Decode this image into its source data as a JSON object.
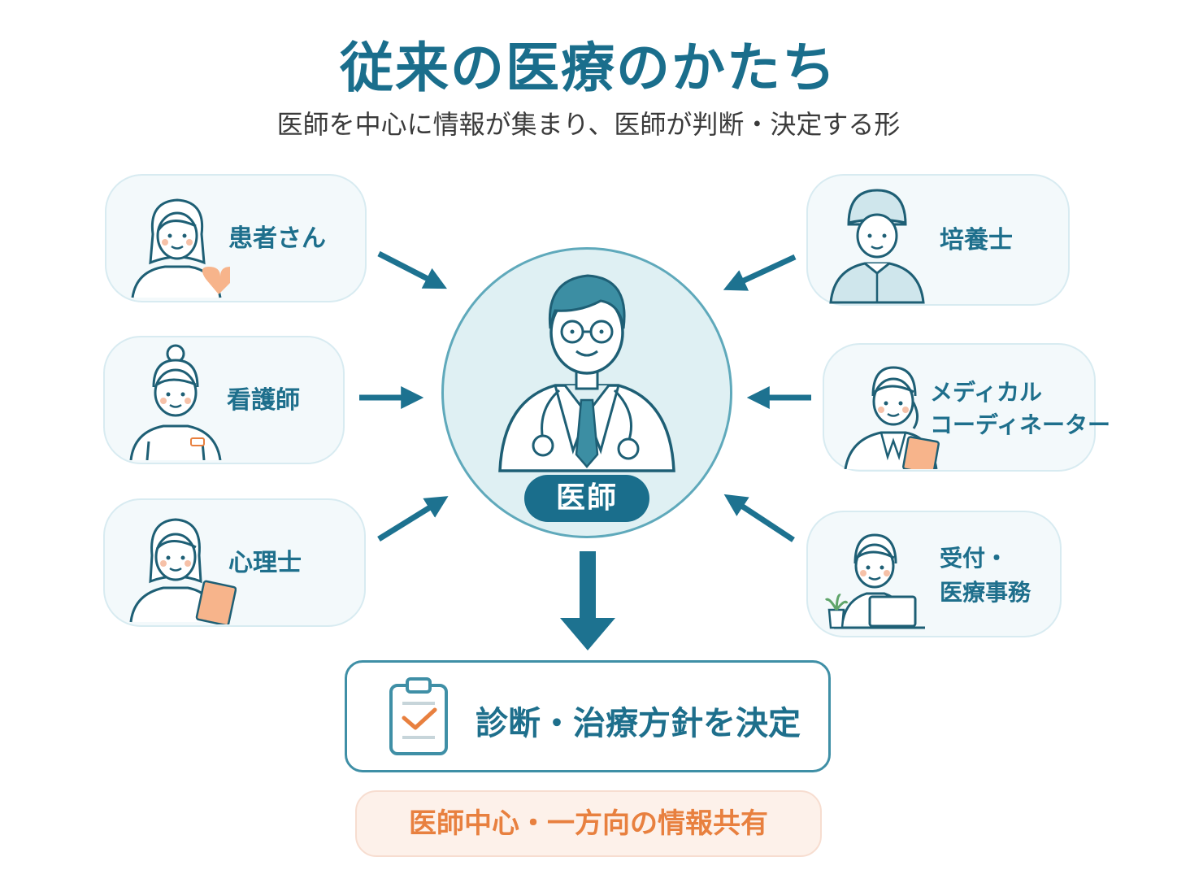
{
  "header": {
    "title": "従来の医療のかたち",
    "subtitle": "医師を中心に情報が集まり、医師が判断・決定する形"
  },
  "roles": {
    "patient": "患者さん",
    "nurse": "看護師",
    "psychologist": "心理士",
    "embryologist": "培養士",
    "coordinator_line1": "メディカル",
    "coordinator_line2": "コーディネーター",
    "reception_line1": "受付・",
    "reception_line2": "医療事務"
  },
  "center": {
    "label": "医師"
  },
  "decision": {
    "label": "診断・治療方針を決定"
  },
  "footer": {
    "label": "医師中心・一方向の情報共有"
  },
  "colors": {
    "primary": "#1a6e8c",
    "accent": "#e8803f",
    "card_bg": "#f3f9fb",
    "circle_bg": "#dff0f3"
  }
}
